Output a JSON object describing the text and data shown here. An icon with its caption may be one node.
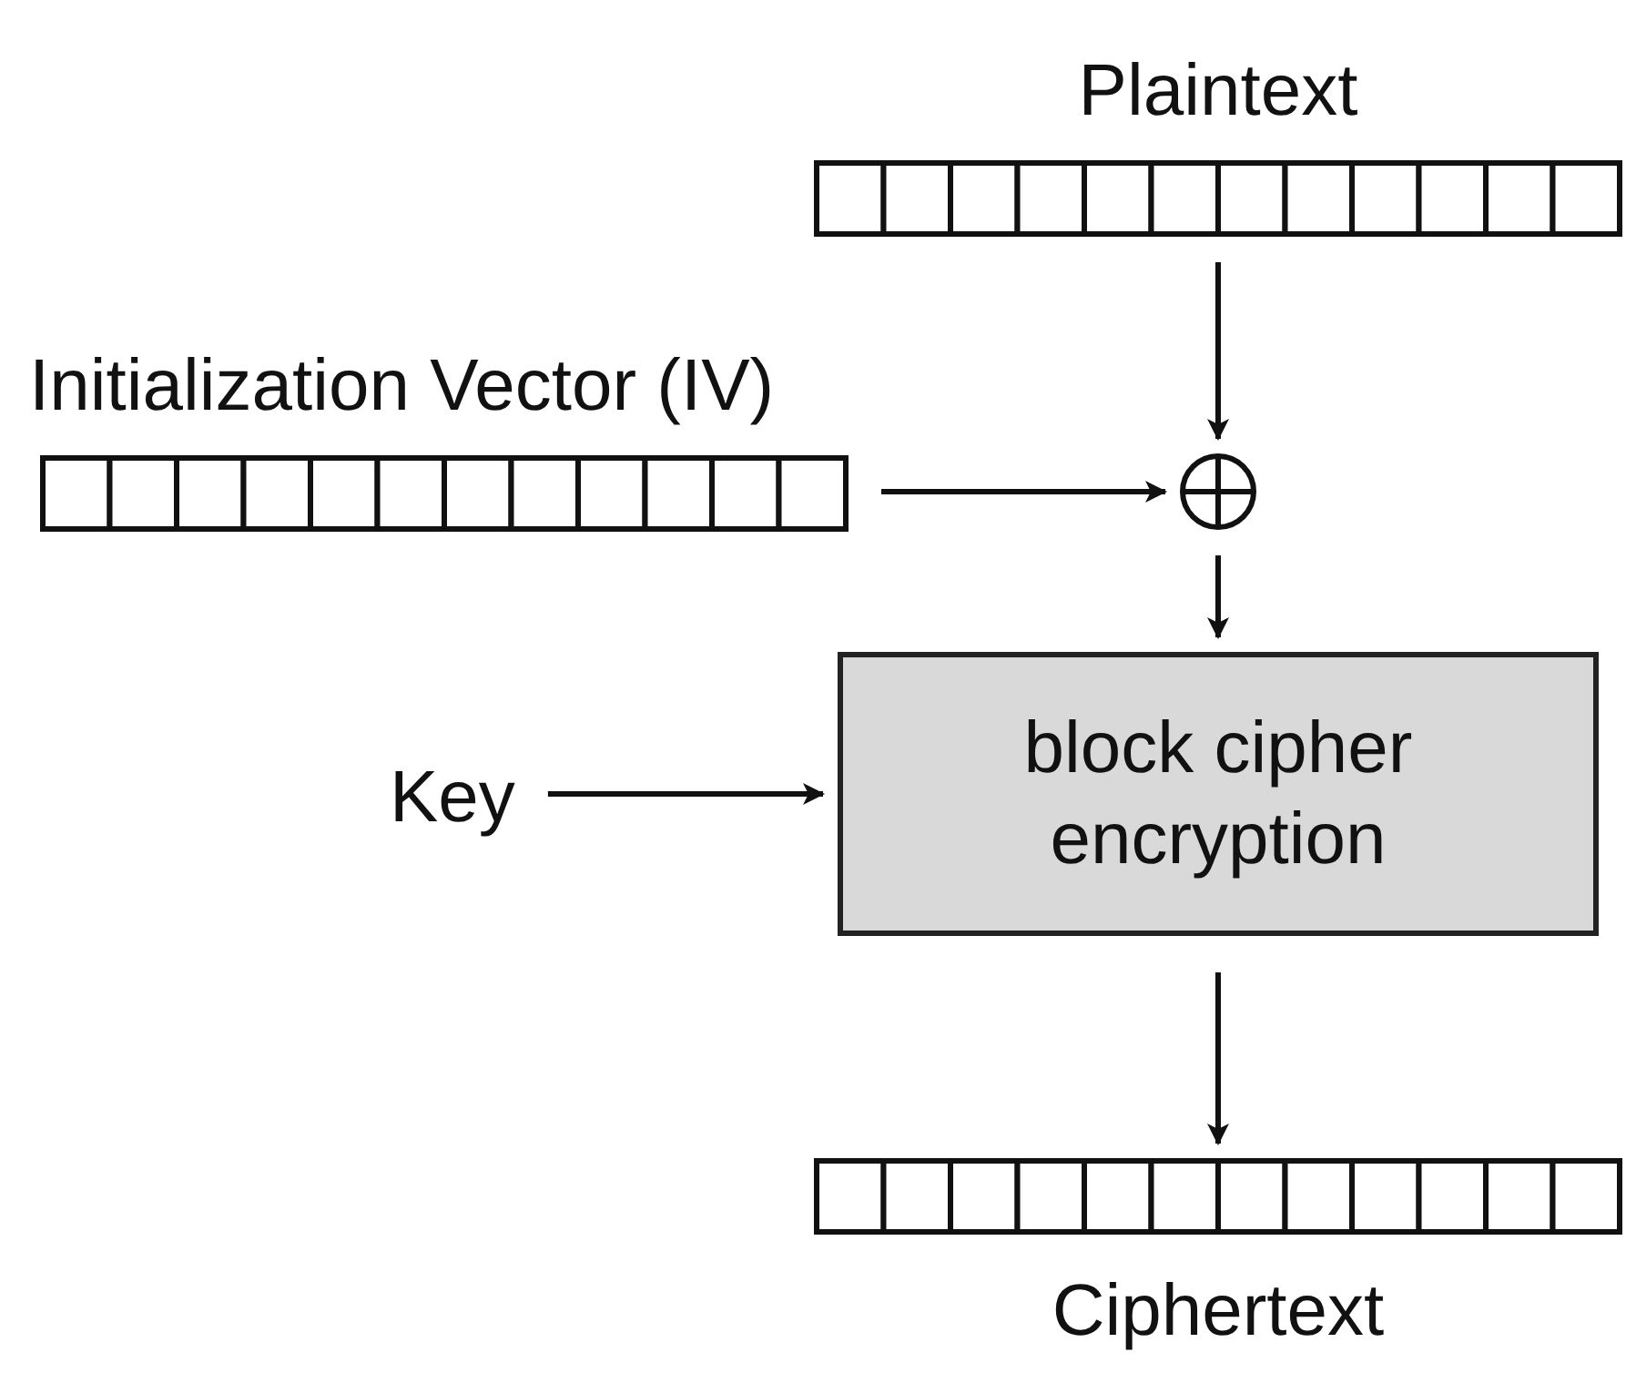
{
  "diagram": {
    "nodes": [
      {
        "text": [
          "Plaintext"
        ]
      },
      {
        "text": [
          "Initialization Vector (IV)"
        ]
      },
      {
        "text": [],
        "shape": "circle"
      },
      {
        "text": [
          "Key"
        ]
      },
      {
        "text": [
          "block cipher encryption"
        ]
      },
      {
        "text": [
          "Ciphertext"
        ]
      }
    ],
    "edges": [
      {
        "from": 0,
        "to": 2,
        "arrow": "to"
      },
      {
        "from": 1,
        "to": 2,
        "arrow": "to"
      },
      {
        "from": 2,
        "to": 4,
        "arrow": "to"
      },
      {
        "from": 3,
        "to": 4,
        "arrow": "to"
      },
      {
        "from": 4,
        "to": 5,
        "arrow": "to"
      }
    ]
  }
}
